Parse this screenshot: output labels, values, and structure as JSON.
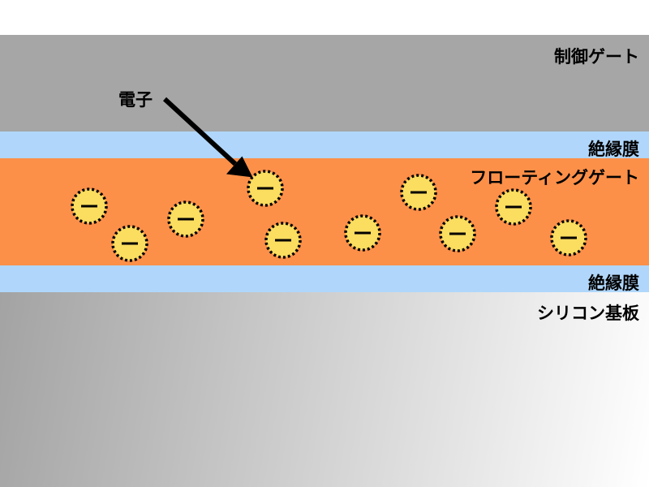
{
  "labels": {
    "control_gate": "制御ゲート",
    "insulator_top": "絶縁膜",
    "floating_gate": "フローティングゲート",
    "insulator_bottom": "絶縁膜",
    "substrate": "シリコン基板",
    "electron": "電子"
  },
  "electron_symbol": "−",
  "colors": {
    "control_gate": "#a6a6a6",
    "insulator": "#b0d7fb",
    "floating_gate": "#fd9049",
    "electron_fill": "#fbdd5f"
  }
}
